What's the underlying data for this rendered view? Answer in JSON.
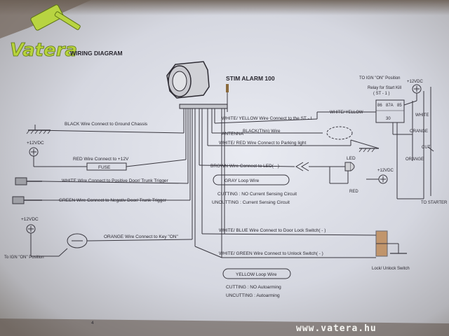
{
  "watermark": {
    "logo_text": "Vatera",
    "url": "www.vatera.hu"
  },
  "diagram": {
    "heading": "WIRING DIAGRAM",
    "product": "STIM ALARM 100",
    "page_number": "4",
    "left_labels": {
      "black": "BLACK Wire Connect to Ground Chassis",
      "plus12_a": "+12VDC",
      "red": "RED Wire Connect to +12V",
      "fuse": "FUSE",
      "white": "WHITE Wire Connect to Positive Door/ Trunk Trigger",
      "green": "GREEN Wire Connect to Negativ Door/ Trunk Trigger",
      "plus12_b": "+12VDC",
      "orange": "ORANGE Wire Connect to Key \"ON\"",
      "ign_on": "To IGN \"ON\" Position"
    },
    "center_labels": {
      "white_yellow": "WHITE/ YELLOW Wire Connect to the ST - I",
      "antenna": "ANTENNA",
      "black_thin": "BLACK(Thin) Wire",
      "white_red": "WHITE/ RED Wire Connect to Parking light",
      "brown": "BROWN Wire Connect to LED( - )",
      "gray_loop": "GRAY Loop Wire",
      "cutting_gray": "CUTTING : NO Current Sensing Circuit",
      "uncutting_gray": "UNCUTTING : Current Sensing Circuit",
      "white_blue": "WHITE/ BLUE Wire Connect to Door Lock Switch( - )",
      "white_green": "WHITE/ GREEN Wire Connect to Unlock Switch( - )",
      "yellow_loop": "YELLOW Loop Wire",
      "cutting_yellow": "CUTTING : NO Autoarming",
      "uncutting_yellow": "UNCUTTING : Autoarming"
    },
    "right_labels": {
      "ign_on_top": "TO IGN \"ON\" Position",
      "plus12_c": "+12VDC",
      "relay_title": "Relay for Start Kill",
      "relay_sub": "( ST - 1 )",
      "pin_86": "86",
      "pin_87a": "87A",
      "pin_85": "85",
      "pin_30": "30",
      "white_yellow_short": "WHITE/ YELLOW",
      "white": "WHITE",
      "orange_1": "ORANGE",
      "cut": "CUT",
      "orange_2": "ORANGE",
      "led": "LED",
      "plus12_d": "+12VDC",
      "red_led": "RED",
      "to_starter": "TO STARTER",
      "lock_unlock": "Lock/ Unlock Switch"
    }
  }
}
